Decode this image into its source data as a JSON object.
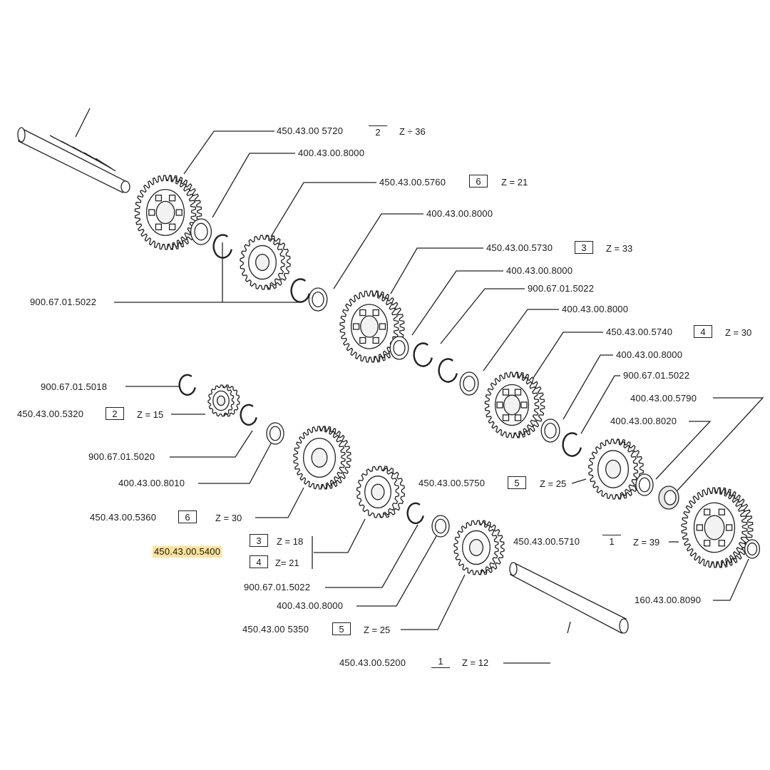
{
  "diagram": {
    "callouts": [
      {
        "id": "c01",
        "part": "450.43.00 5720",
        "gear": "2",
        "teeth": "Z ÷ 36"
      },
      {
        "id": "c02",
        "part": "400.43.00.8000"
      },
      {
        "id": "c03",
        "part": "450.43.00.5760",
        "gear": "6",
        "teeth": "Z = 21"
      },
      {
        "id": "c04",
        "part": "400.43.00.8000"
      },
      {
        "id": "c05",
        "part": "450.43.00.5730",
        "gear": "3",
        "teeth": "Z = 33"
      },
      {
        "id": "c06",
        "part": "400.43.00.8000"
      },
      {
        "id": "c07",
        "part": "900.67.01.5022"
      },
      {
        "id": "c08",
        "part": "400.43.00.8000"
      },
      {
        "id": "c09",
        "part": "900.67.01.5022"
      },
      {
        "id": "c10",
        "part": "450.43.00.5740",
        "gear": "4",
        "teeth": "Z = 30"
      },
      {
        "id": "c11",
        "part": "400.43.00.8000"
      },
      {
        "id": "c12",
        "part": "900.67.01.5022"
      },
      {
        "id": "c13",
        "part": "400.43.00.5790"
      },
      {
        "id": "c14",
        "part": "400.43.00.8020"
      },
      {
        "id": "c15",
        "part": "900.67.01.5018"
      },
      {
        "id": "c16",
        "part": "450.43.00.5320",
        "gear": "2",
        "teeth": "Z = 15"
      },
      {
        "id": "c17",
        "part": "900.67.01.5020"
      },
      {
        "id": "c18",
        "part": "400.43.00.8010"
      },
      {
        "id": "c19",
        "part": "450.43.00.5750",
        "gear": "5",
        "teeth": "Z = 25"
      },
      {
        "id": "c20",
        "part": "450.43.00.5360",
        "gear": "6",
        "teeth": "Z = 30"
      },
      {
        "id": "c21",
        "part": "450.43.00.5710",
        "gear": "1",
        "teeth": "Z = 39"
      },
      {
        "id": "c22",
        "part": "450.43.00.5400",
        "highlighted": true
      },
      {
        "id": "c22a",
        "gear": "3",
        "teeth": "Z = 18"
      },
      {
        "id": "c22b",
        "gear": "4",
        "teeth": "Z= 21"
      },
      {
        "id": "c23",
        "part": "900.67.01.5022"
      },
      {
        "id": "c24",
        "part": "160.43.00.8090"
      },
      {
        "id": "c25",
        "part": "400.43.00.8000"
      },
      {
        "id": "c26",
        "part": "450.43.00 5350",
        "gear": "5",
        "teeth": "Z = 25"
      },
      {
        "id": "c27",
        "part": "450.43.00.5200",
        "gear": "1",
        "teeth": "Z = 12"
      }
    ],
    "colors": {
      "ink": "#1a1a1a",
      "highlight": "#fbe39a",
      "paper": "#ffffff"
    }
  }
}
